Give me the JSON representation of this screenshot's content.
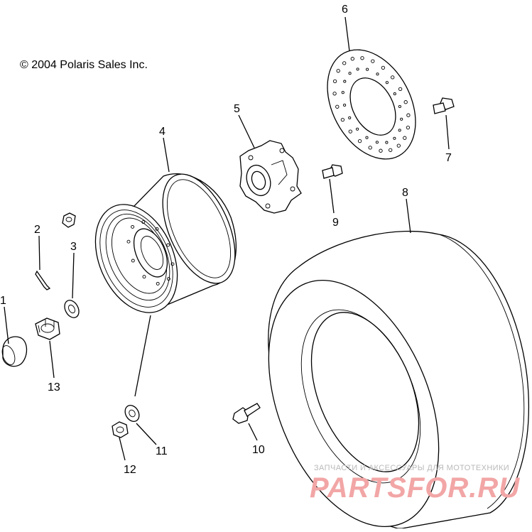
{
  "copyright": "© 2004 Polaris Sales Inc.",
  "callouts": {
    "c1": "1",
    "c2": "2",
    "c3": "3",
    "c4": "4",
    "c5": "5",
    "c6": "6",
    "c7": "7",
    "c8": "8",
    "c9": "9",
    "c10": "10",
    "c11": "11",
    "c12": "12",
    "c13": "13"
  },
  "watermark": {
    "tagline": "ЗАПЧАСТИ И АКСЕССУАРЫ ДЛЯ МОТОТЕХНИКИ",
    "brand": "PARTSFOR.RU",
    "color": "#f2a6a6"
  },
  "icons": {
    "part1": "hub-cap-icon",
    "part2": "cotter-pin-icon",
    "part3": "washer-icon",
    "part4": "wheel-rim-icon",
    "part5": "wheel-hub-icon",
    "part6": "brake-disc-icon",
    "part7": "bolt-icon",
    "part8": "tire-icon",
    "part9": "bolt-icon",
    "part10": "wheel-stud-icon",
    "part11": "washer-icon",
    "part12": "lug-nut-icon",
    "part13": "castle-nut-icon"
  }
}
